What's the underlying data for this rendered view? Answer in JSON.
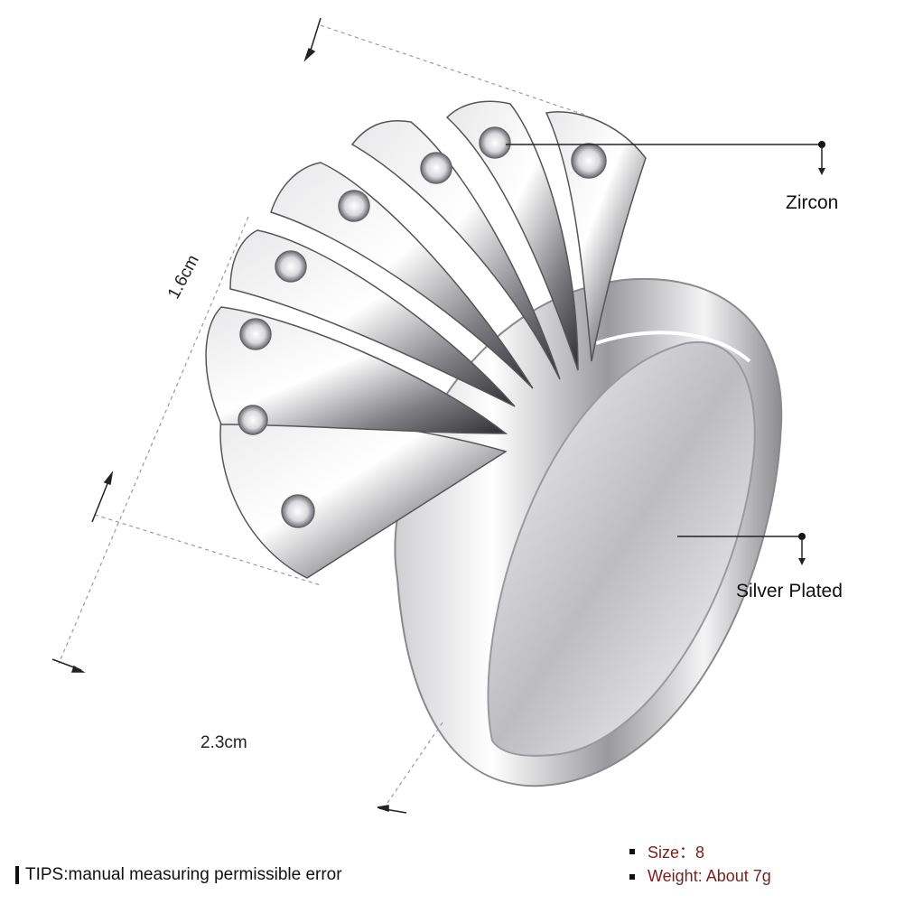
{
  "labels": {
    "zircon": "Zircon",
    "silver_plated": "Silver Plated"
  },
  "dimensions": {
    "height": "1.6cm",
    "width": "2.3cm"
  },
  "tips": "TIPS:manual measuring permissible error",
  "specs": {
    "size": "Size：8",
    "weight": "Weight: About 7g"
  },
  "colors": {
    "spec_text": "#7a1f1f",
    "background": "#ffffff"
  },
  "image": {
    "subject": "silver-ring-icon"
  }
}
